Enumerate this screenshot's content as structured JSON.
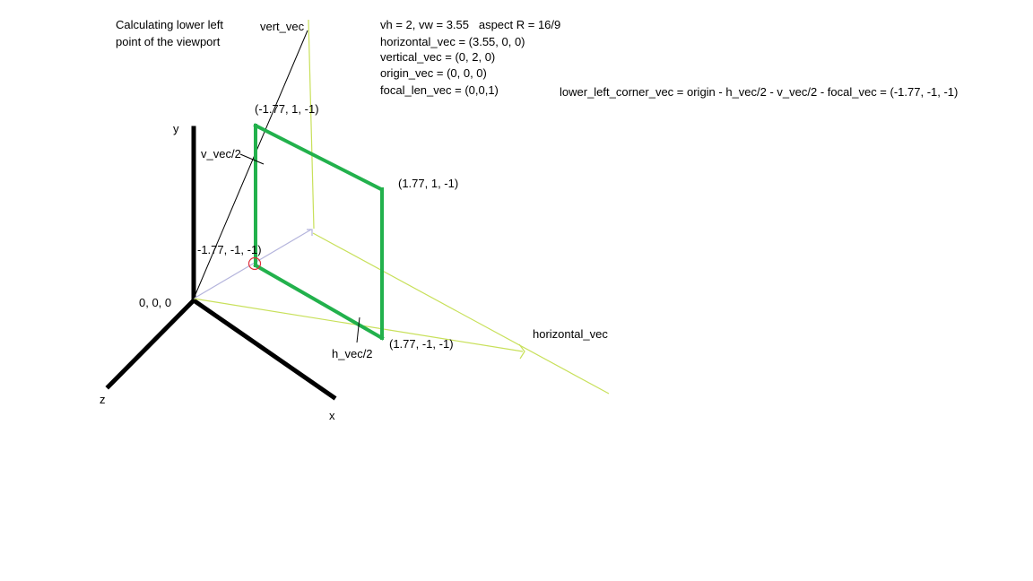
{
  "title_lines": [
    "Calculating lower left",
    "point of the viewport"
  ],
  "params": {
    "line1": "vh = 2, vw = 3.55   aspect R = 16/9",
    "line2": "horizontal_vec = (3.55, 0, 0)",
    "line3": "vertical_vec = (0, 2, 0)",
    "line4": "origin_vec = (0, 0, 0)",
    "line5": "focal_len_vec = (0,0,1)"
  },
  "formula": "lower_left_corner_vec = origin - h_vec/2 - v_vec/2 - focal_vec = (-1.77, -1, -1)",
  "axes": {
    "x": "x",
    "y": "y",
    "z": "z",
    "origin": "0, 0, 0"
  },
  "vector_labels": {
    "vert_vec": "vert_vec",
    "horizontal_vec": "horizontal_vec",
    "v_half": "v_vec/2",
    "h_half": "h_vec/2"
  },
  "corners": {
    "top_left": "(-1.77, 1, -1)",
    "top_right": "(1.77, 1, -1)",
    "bottom_left": "-1.77, -1, -1)",
    "bottom_right": "(1.77, -1, -1)"
  },
  "colors": {
    "axis": "#000000",
    "viewport": "#22b14c",
    "guide": "#c8e05a",
    "focal": "#b4b4dc",
    "marker": "#e0303c"
  }
}
